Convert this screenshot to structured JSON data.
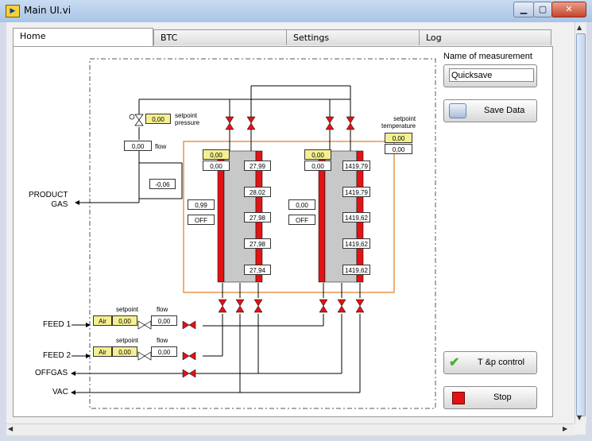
{
  "window": {
    "title": "Main UI.vi",
    "icon": "labview-icon"
  },
  "tabs": [
    {
      "label": "Home",
      "active": true
    },
    {
      "label": "BTC",
      "active": false
    },
    {
      "label": "Settings",
      "active": false
    },
    {
      "label": "Log",
      "active": false
    }
  ],
  "pressure": {
    "setpoint": "0,00",
    "label": "setpoint\npressure",
    "flow_label": "flow",
    "flow_value": "0,00",
    "product_flow": "-0,06"
  },
  "temperature": {
    "label": "setpoint\ntemperature",
    "setpoint": "0,00",
    "value": "0,00"
  },
  "product_gas_label": "PRODUCT\nGAS",
  "column1": {
    "setpoint": "0,00",
    "value": "0,00",
    "side_value": "0,99",
    "state": "OFF",
    "temps": [
      "27,99",
      "28,02",
      "27,98",
      "27,98",
      "27,94"
    ]
  },
  "column2": {
    "setpoint": "0,00",
    "value": "0,00",
    "side_value": "0,00",
    "state": "OFF",
    "temps": [
      "1419,79",
      "1419,79",
      "1419,62",
      "1419,62",
      "1419,62"
    ]
  },
  "feed1": {
    "label": "FEED 1",
    "gas": "Air",
    "setpoint_label": "setpoint",
    "setpoint": "0,00",
    "flow_label": "flow",
    "flow": "0,00"
  },
  "feed2": {
    "label": "FEED 2",
    "gas": "Air",
    "setpoint_label": "setpoint",
    "setpoint": "0,00",
    "flow_label": "flow",
    "flow": "0,00"
  },
  "offgas_label": "OFFGAS",
  "vac_label": "VAC",
  "right": {
    "name_label": "Name of measurement",
    "name_value": "Quicksave",
    "save_label": "Save Data",
    "control_label": "T &p control",
    "stop_label": "Stop"
  },
  "colors": {
    "valve": "#e01414",
    "column_red": "#e01414",
    "column_gray": "#c8c8c8",
    "indicator_yellow": "#f4f091",
    "heater_box": "#e07a20"
  }
}
